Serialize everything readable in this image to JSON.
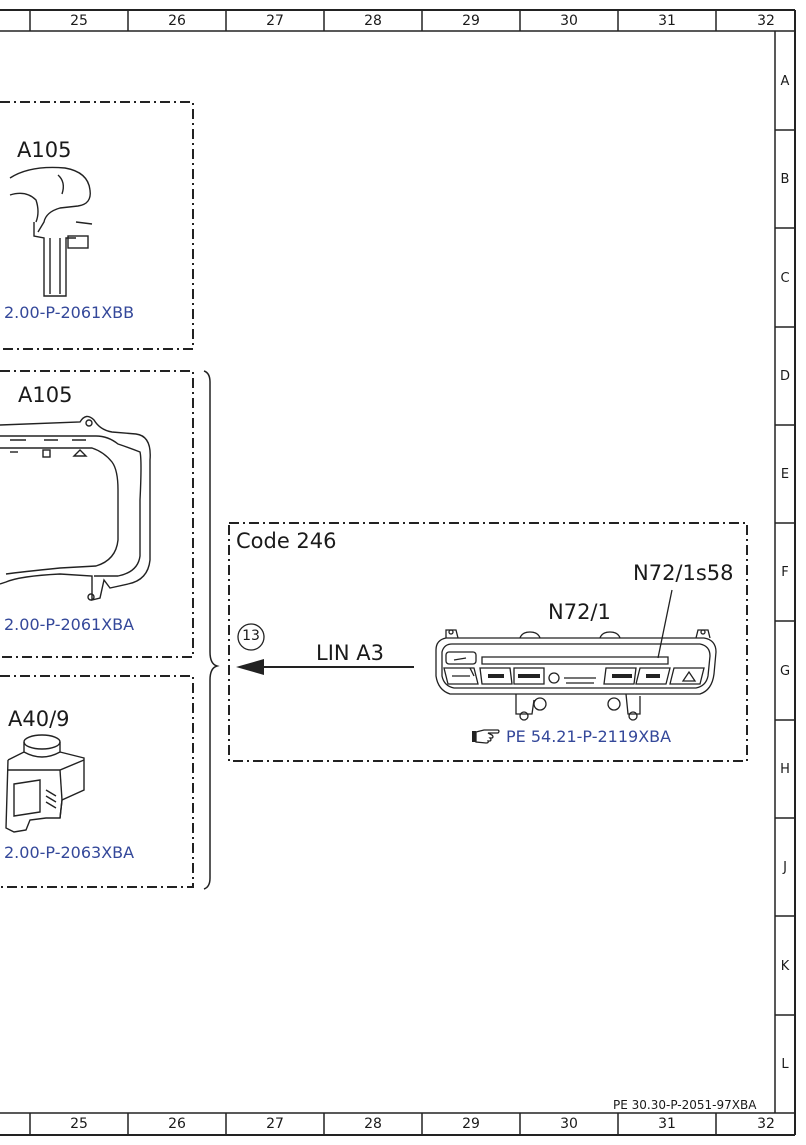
{
  "columns": [
    "25",
    "26",
    "27",
    "28",
    "29",
    "30",
    "31",
    "32"
  ],
  "rows": [
    "A",
    "B",
    "C",
    "D",
    "E",
    "F",
    "G",
    "H",
    "J",
    "K",
    "L"
  ],
  "components": {
    "a105_top": {
      "label": "A105",
      "ref": "2.00-P-2061XBB"
    },
    "a105_mid": {
      "label": "A105",
      "ref": "2.00-P-2061XBA"
    },
    "a40_9": {
      "label": "A40/9",
      "ref": "2.00-P-2063XBA"
    },
    "code_box": {
      "label": "Code 246",
      "connector": "13",
      "bus": "LIN A3",
      "unit": "N72/1",
      "switch": "N72/1s58",
      "ref": "PE 54.21-P-2119XBA"
    }
  },
  "doc_id": "PE 30.30-P-2051-97XBA",
  "icons": [
    "pointing-hand-icon"
  ]
}
